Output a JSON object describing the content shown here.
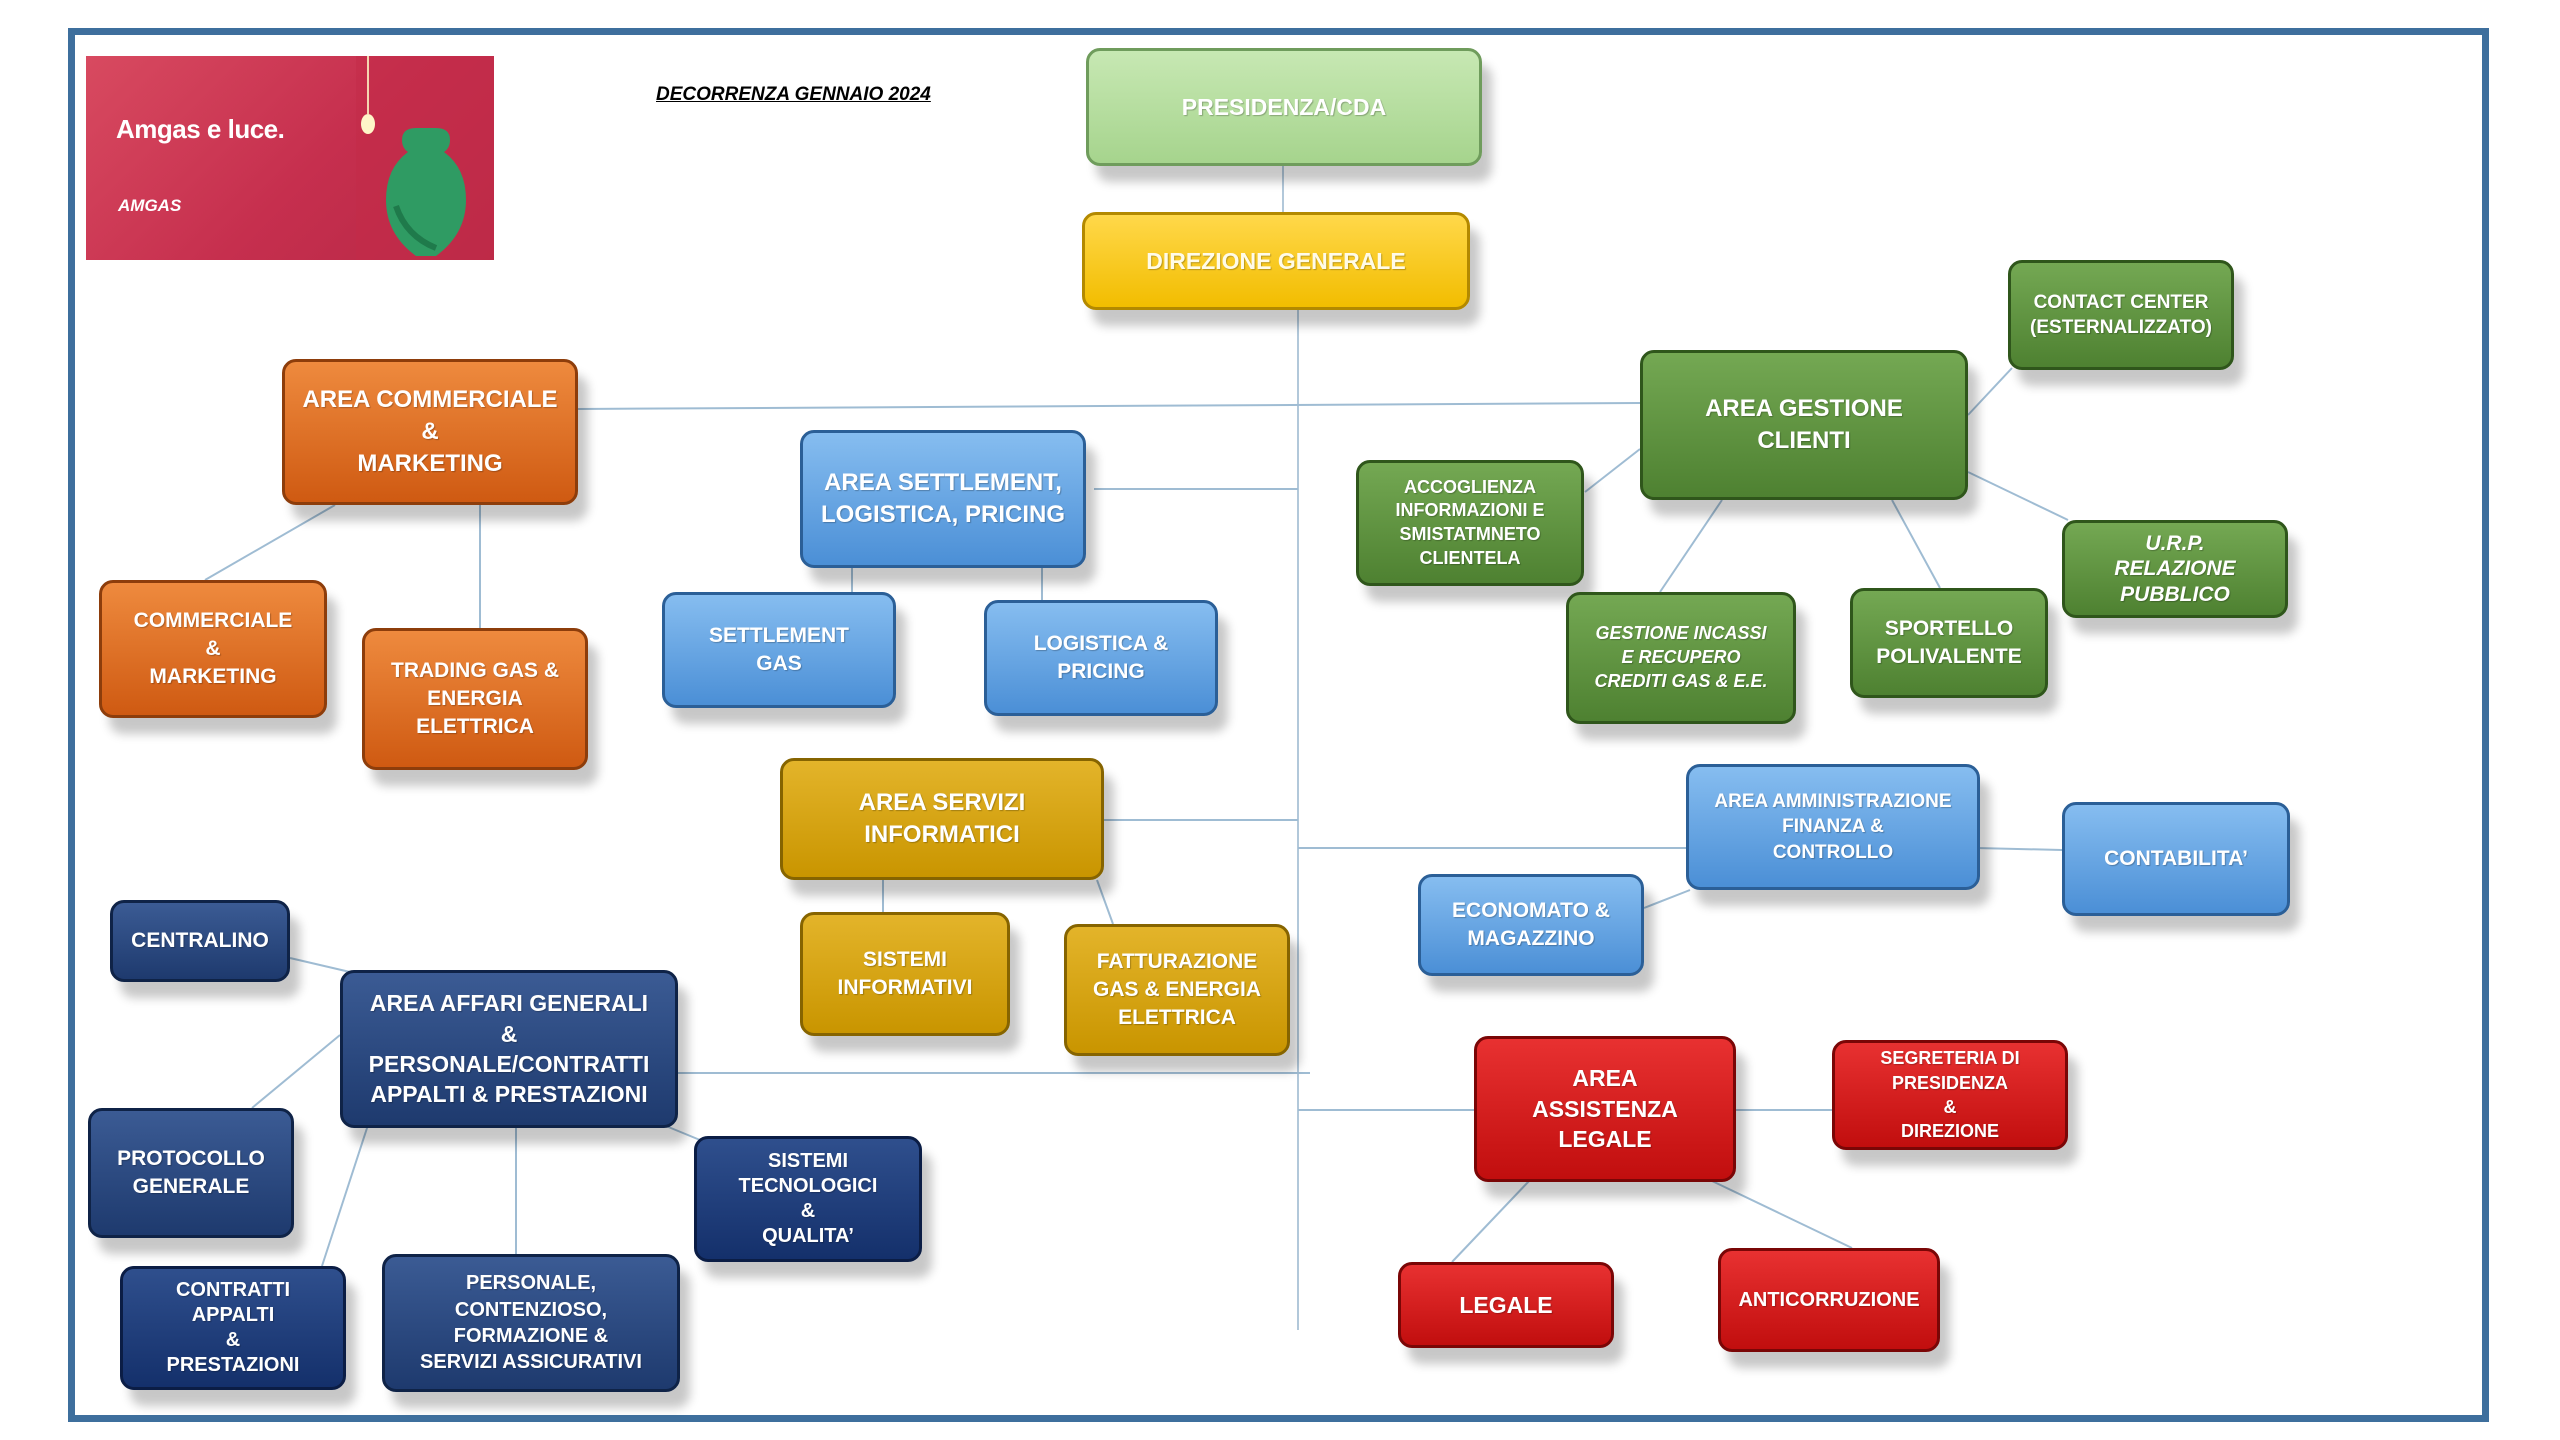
{
  "header": {
    "date_label": "DECORRENZA GENNAIO  2024",
    "logo_text": "Amgas e luce.",
    "logo_brand": "AMGAS"
  },
  "colors": {
    "frame": "#3e6f9d",
    "connector": "#9fbcd3",
    "presidenza": "#a6d48d",
    "direzione": "#f2bd00",
    "commerciale": "#cf5a12",
    "settlement": "#4b8fd6",
    "servizi": "#c99500",
    "gestione_clienti": "#4e8131",
    "affari_generali": "#1e3a6e",
    "legale": "#c10e0e"
  },
  "nodes": {
    "presidenza": [
      "PRESIDENZA/CDA"
    ],
    "direzione": [
      "DIREZIONE GENERALE"
    ],
    "area_commerciale": [
      "AREA COMMERCIALE",
      "&",
      "MARKETING"
    ],
    "commerciale_marketing": [
      "COMMERCIALE",
      "&",
      "MARKETING"
    ],
    "trading": [
      "TRADING GAS &",
      "ENERGIA",
      "ELETTRICA"
    ],
    "area_settlement": [
      "AREA SETTLEMENT,",
      "LOGISTICA, PRICING"
    ],
    "settlement_gas": [
      "SETTLEMENT",
      "GAS"
    ],
    "logistica": [
      "LOGISTICA &",
      "PRICING"
    ],
    "area_servizi": [
      "AREA SERVIZI",
      "INFORMATICI"
    ],
    "sistemi_informativi": [
      "SISTEMI",
      "INFORMATIVI"
    ],
    "fatturazione": [
      "FATTURAZIONE",
      "GAS & ENERGIA",
      "ELETTRICA"
    ],
    "area_gestione_clienti": [
      "AREA GESTIONE",
      "CLIENTI"
    ],
    "contact_center": [
      "CONTACT CENTER",
      "(ESTERNALIZZATO)"
    ],
    "accoglienza": [
      "ACCOGLIENZA",
      "INFORMAZIONI E",
      "SMISTATMNETO",
      "CLIENTELA"
    ],
    "gestione_incassi": [
      "GESTIONE INCASSI",
      "E RECUPERO",
      "CREDITI GAS & E.E."
    ],
    "sportello": [
      "SPORTELLO",
      "POLIVALENTE"
    ],
    "urp": [
      "U.R.P.",
      "RELAZIONE",
      "PUBBLICO"
    ],
    "area_amministrazione": [
      "AREA AMMINISTRAZIONE",
      "FINANZA &",
      "CONTROLLO"
    ],
    "contabilita": [
      "CONTABILITA’"
    ],
    "economato": [
      "ECONOMATO &",
      "MAGAZZINO"
    ],
    "centralino": [
      "CENTRALINO"
    ],
    "area_affari_generali": [
      "AREA AFFARI GENERALI",
      "&",
      "PERSONALE/CONTRATTI",
      "APPALTI & PRESTAZIONI"
    ],
    "protocollo": [
      "PROTOCOLLO",
      "GENERALE"
    ],
    "contratti": [
      "CONTRATTI",
      "APPALTI",
      "&",
      "PRESTAZIONI"
    ],
    "personale": [
      "PERSONALE,",
      "CONTENZIOSO,",
      "FORMAZIONE &",
      "SERVIZI ASSICURATIVI"
    ],
    "sistemi_tecnologici": [
      "SISTEMI",
      "TECNOLOGICI",
      "&",
      "QUALITA’"
    ],
    "area_assistenza_legale": [
      "AREA",
      "ASSISTENZA",
      "LEGALE"
    ],
    "segreteria": [
      "SEGRETERIA DI",
      "PRESIDENZA",
      "&",
      "DIREZIONE"
    ],
    "legale": [
      "LEGALE"
    ],
    "anticorruzione": [
      "ANTICORRUZIONE"
    ]
  }
}
